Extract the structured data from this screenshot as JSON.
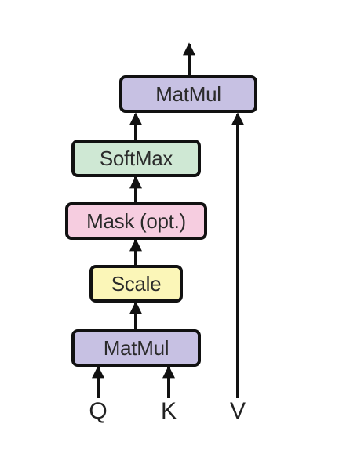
{
  "diagram": {
    "colors": {
      "purple": "#C7C1E3",
      "green": "#CFE8D4",
      "pink": "#F6CDE0",
      "yellow": "#FBF6B8",
      "stroke": "#111111"
    },
    "blocks": {
      "matmul_top": "MatMul",
      "softmax": "SoftMax",
      "mask": "Mask (opt.)",
      "scale": "Scale",
      "matmul_bottom": "MatMul"
    },
    "inputs": {
      "q": "Q",
      "k": "K",
      "v": "V"
    }
  }
}
